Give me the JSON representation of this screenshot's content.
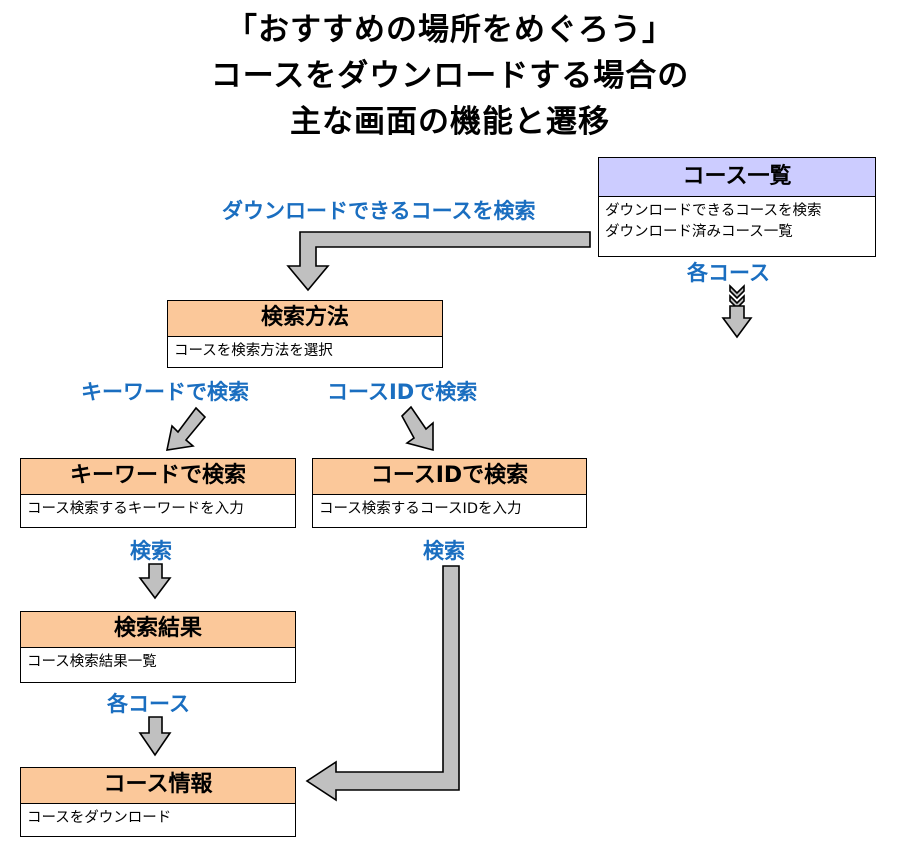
{
  "title": {
    "line1": "「おすすめの場所をめぐろう」",
    "line2": "コースをダウンロードする場合の",
    "line3": "主な画面の機能と遷移"
  },
  "boxes": {
    "course_list": {
      "title": "コース一覧",
      "lines": [
        "ダウンロードできるコースを検索",
        "ダウンロード済みコース一覧"
      ]
    },
    "search_method": {
      "title": "検索方法",
      "lines": [
        "コースを検索方法を選択"
      ]
    },
    "keyword_search": {
      "title": "キーワードで検索",
      "lines": [
        "コース検索するキーワードを入力"
      ]
    },
    "courseid_search": {
      "title": "コースIDで検索",
      "lines": [
        "コース検索するコースIDを入力"
      ]
    },
    "search_results": {
      "title": "検索結果",
      "lines": [
        "コース検索結果一覧"
      ]
    },
    "course_info": {
      "title": "コース情報",
      "lines": [
        "コースをダウンロード"
      ]
    }
  },
  "labels": {
    "search_downloadable": "ダウンロードできるコースを検索",
    "each_course_top": "各コース",
    "keyword_search": "キーワードで検索",
    "courseid_search": "コースIDで検索",
    "search_left": "検索",
    "search_right": "検索",
    "each_course_bottom": "各コース"
  },
  "colors": {
    "header_orange": "#fbc89a",
    "header_blue": "#ccccff",
    "label_blue": "#1a6ec0",
    "arrow_fill": "#c0c0c0"
  }
}
